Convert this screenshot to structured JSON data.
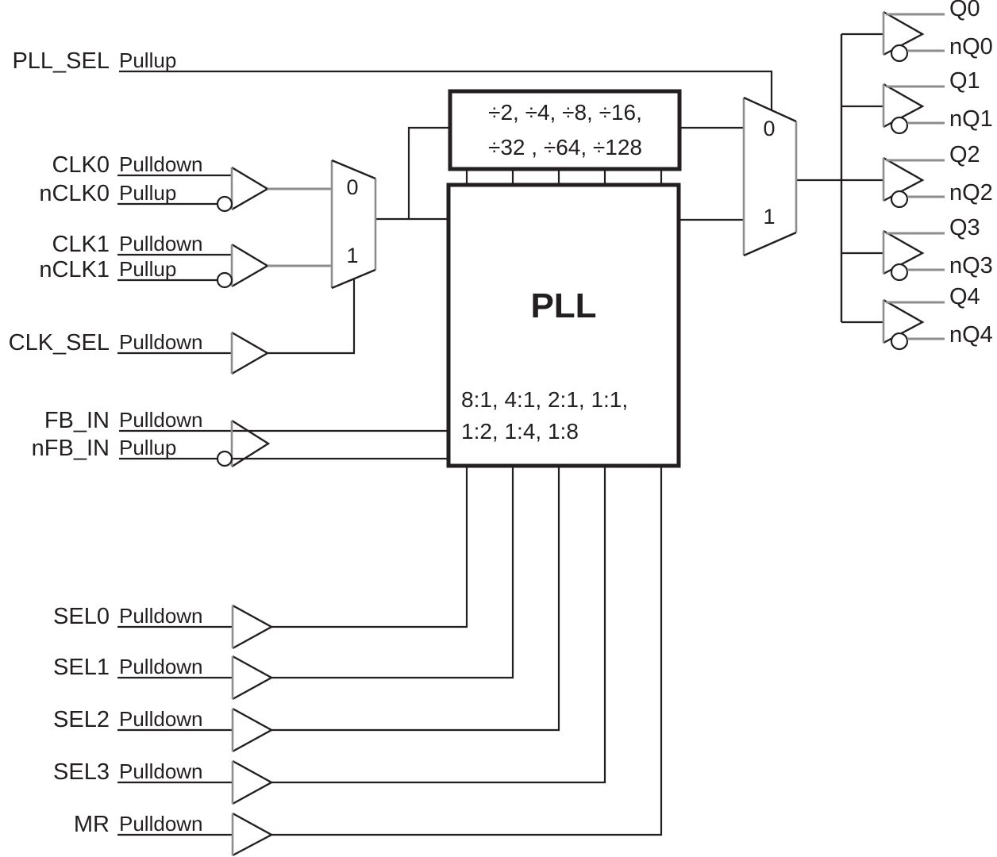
{
  "colors": {
    "ink": "#231f20",
    "line_gray": "#8d8d8d"
  },
  "pins": {
    "pll_sel": {
      "label": "PLL_SEL",
      "resistor": "Pullup"
    },
    "clk0": {
      "label": "CLK0",
      "resistor": "Pulldown"
    },
    "nclk0": {
      "label": "nCLK0",
      "resistor": "Pullup"
    },
    "clk1": {
      "label": "CLK1",
      "resistor": "Pulldown"
    },
    "nclk1": {
      "label": "nCLK1",
      "resistor": "Pullup"
    },
    "clk_sel": {
      "label": "CLK_SEL",
      "resistor": "Pulldown"
    },
    "fb_in": {
      "label": "FB_IN",
      "resistor": "Pulldown"
    },
    "nfb_in": {
      "label": "nFB_IN",
      "resistor": "Pullup"
    },
    "sel0": {
      "label": "SEL0",
      "resistor": "Pulldown"
    },
    "sel1": {
      "label": "SEL1",
      "resistor": "Pulldown"
    },
    "sel2": {
      "label": "SEL2",
      "resistor": "Pulldown"
    },
    "sel3": {
      "label": "SEL3",
      "resistor": "Pulldown"
    },
    "mr": {
      "label": "MR",
      "resistor": "Pulldown"
    }
  },
  "blocks": {
    "divider": {
      "line1": "÷2, ÷4, ÷8, ÷16,",
      "line2": "÷32 , ÷64, ÷128"
    },
    "pll": {
      "title": "PLL",
      "ratios1": "8:1, 4:1, 2:1, 1:1,",
      "ratios2": "1:2, 1:4, 1:8"
    }
  },
  "input_mux": {
    "in0": "0",
    "in1": "1"
  },
  "output_mux": {
    "in0": "0",
    "in1": "1"
  },
  "outputs": [
    {
      "q": "Q0",
      "nq": "nQ0"
    },
    {
      "q": "Q1",
      "nq": "nQ1"
    },
    {
      "q": "Q2",
      "nq": "nQ2"
    },
    {
      "q": "Q3",
      "nq": "nQ3"
    },
    {
      "q": "Q4",
      "nq": "nQ4"
    }
  ]
}
